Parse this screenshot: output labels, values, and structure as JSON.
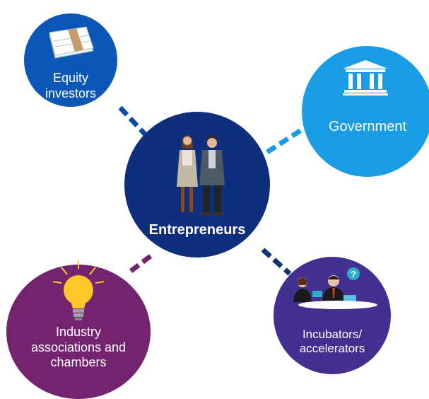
{
  "center": {
    "label": "Entrepreneurs",
    "icon": "businesspeople-icon",
    "color": "#0d2f7c"
  },
  "nodes": [
    {
      "id": "equity",
      "label": "Equity\ninvestors",
      "icon": "money-stack-icon",
      "color": "#0a57b8"
    },
    {
      "id": "government",
      "label": "Government",
      "icon": "government-building-icon",
      "color": "#1a9ce5"
    },
    {
      "id": "industry",
      "label": "Industry\nassociations and\nchambers",
      "icon": "lightbulb-icon",
      "color": "#74236f"
    },
    {
      "id": "incubators",
      "label": "Incubators/\naccelerators",
      "icon": "meeting-icon",
      "color": "#432f8f"
    }
  ]
}
